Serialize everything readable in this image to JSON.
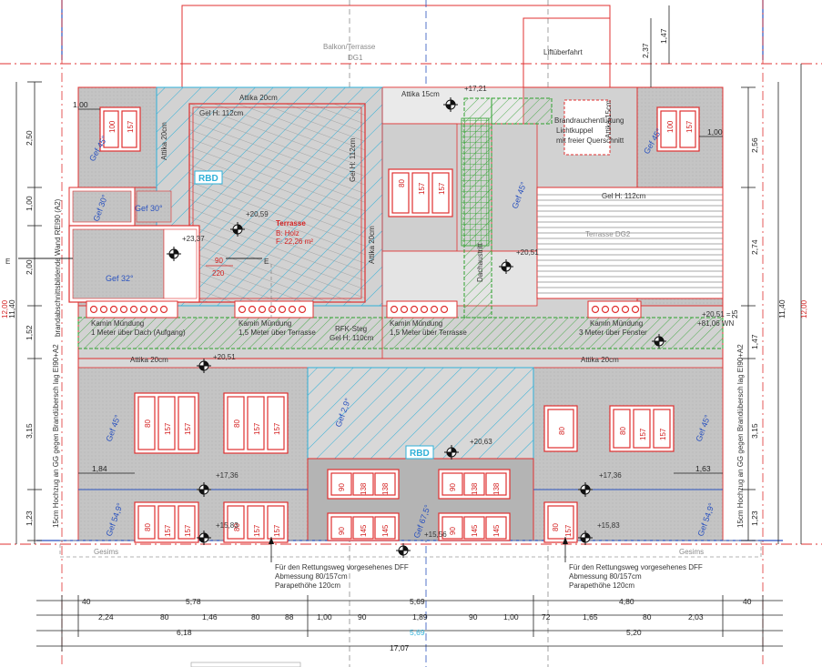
{
  "colors": {
    "wall": "#e03030",
    "hatch_blue": "#2fb0d8",
    "hatch_green": "#2ca02c",
    "roof_grey": "#b4b4b4",
    "slope_blue": "#2a52be",
    "dimension": "#222222",
    "axis_red": "#e03030"
  },
  "labels": {
    "balkon": "Balkon/Terrasse",
    "dg1": "DG1",
    "lift": "Liftüberfahrt",
    "attika_top": "Attika 20cm",
    "attika15_a": "Attika 15cm",
    "attika15_b": "Attika 15cm",
    "level_1721": "+17,21",
    "gel_h_top": "Gel H: 112cm",
    "gel_h_mid": "Gel H: 112cm",
    "gel_h_right": "Gel H: 112cm",
    "attika_20_vert_a": "Attika 20cm",
    "attika_20_vert_b": "Attika 20cm",
    "brandrauch": "Brandrauchentlüftung",
    "lichtkuppel": "Lichtkuppel",
    "querschnitt": "mit freier Querschnitt",
    "rbd_1": "RBD",
    "rbd_2": "RBD",
    "terrasse": "Terrasse",
    "terrasse_mat": "B: Holz",
    "terrasse_area": "F: 22,26 m²",
    "level_2059": "+20,59",
    "level_2337": "+23,37",
    "level_2051_a": "+20,51",
    "level_2051_b": "+20,51",
    "level_2051_wn": "+20,51 =",
    "wn": "+81,06 WN",
    "level_2063": "+20,63",
    "level_1736_a": "+17,36",
    "level_1736_b": "+17,36",
    "level_1583_a": "+15,83",
    "level_1583_b": "+15,83",
    "level_1556": "+15,56",
    "terrasse_dg2": "Terrasse DG2",
    "dachaustritt": "Dachaustritt",
    "fenster_90": "90",
    "fenster_220": "220",
    "section_e_left": "E",
    "section_e_right": "E",
    "brandwand": "brandabschnittsbildende Wand  REI90 (A2)",
    "hochzug_left": "15cm Hochzug an GG gegen Brandübersch lag EI90+A2",
    "hochzug_right": "15cm Hochzug an GG gegen Brandübersch lag EI90+A2",
    "kamin_1_a": "Kamin Mündung",
    "kamin_1_b": "1 Meter über Dach (Aufgang)",
    "kamin_2_a": "Kamin Mündung",
    "kamin_2_b": "1,5 Meter über Terrasse",
    "kamin_3_a": "Kamin Mündung",
    "kamin_3_b": "1,5 Meter über Terrasse",
    "kamin_4_a": "Kamin Mündung",
    "kamin_4_b": "3 Meter über Fenster",
    "rfk_a": "RFK-Steg",
    "rfk_b": "Gel H: 110cm",
    "attika_band_left": "Attika 20cm",
    "attika_band_right": "Attika 20cm",
    "gesims_left": "Gesims",
    "gesims_right": "Gesims",
    "dff_left_1": "Für den Rettungsweg vorgesehenes DFF",
    "dff_left_2": "Abmessung 80/157cm",
    "dff_left_3": "Parapethöhe 120cm",
    "dff_right_1": "Für den Rettungsweg vorgesehenes DFF",
    "dff_right_2": "Abmessung 80/157cm",
    "dff_right_3": "Parapethöhe 120cm"
  },
  "slopes": {
    "tl": "Gef 45°",
    "g30a": "Gef 30°",
    "g30b": "Gef 30°",
    "g32": "Gef 32°",
    "mid": "Gef 45°",
    "tr": "Gef 45°",
    "bl": "Gef 45°",
    "bl2": "Gef 54,9°",
    "center": "Gef 2,9°",
    "center2": "Gef 67,5°",
    "br": "Gef 45°",
    "br2": "Gef 54,9°"
  },
  "windows": {
    "w80": "80",
    "w157": "157",
    "w100": "100",
    "w138": "138",
    "w145": "145",
    "w90": "90"
  },
  "dimensions": {
    "left_outer": [
      "2,50",
      "1,00",
      "2,00",
      "1,52",
      "3,15",
      "1,23"
    ],
    "left_total_a": "11,40",
    "left_total_b": "12,00",
    "right_outer": [
      "2,56",
      "2,74",
      "1,47",
      "3,15",
      "1,23"
    ],
    "right_small": [
      "2,37",
      "1,47",
      "25"
    ],
    "right_total_a": "11,40",
    "right_total_b": "12,00",
    "misc": [
      "1,00",
      "1,00",
      "1,84",
      "1,63"
    ],
    "row1": [
      "40",
      "5,78",
      "5,69",
      "4,80",
      "40"
    ],
    "row2": [
      "2,24",
      "80",
      "1,46",
      "80",
      "88",
      "1,00",
      "90",
      "1,89",
      "90",
      "1,00",
      "72",
      "1,65",
      "80",
      "2,03"
    ],
    "row3": [
      "6,18",
      "5,69",
      "5,20"
    ],
    "total": "17,07"
  }
}
